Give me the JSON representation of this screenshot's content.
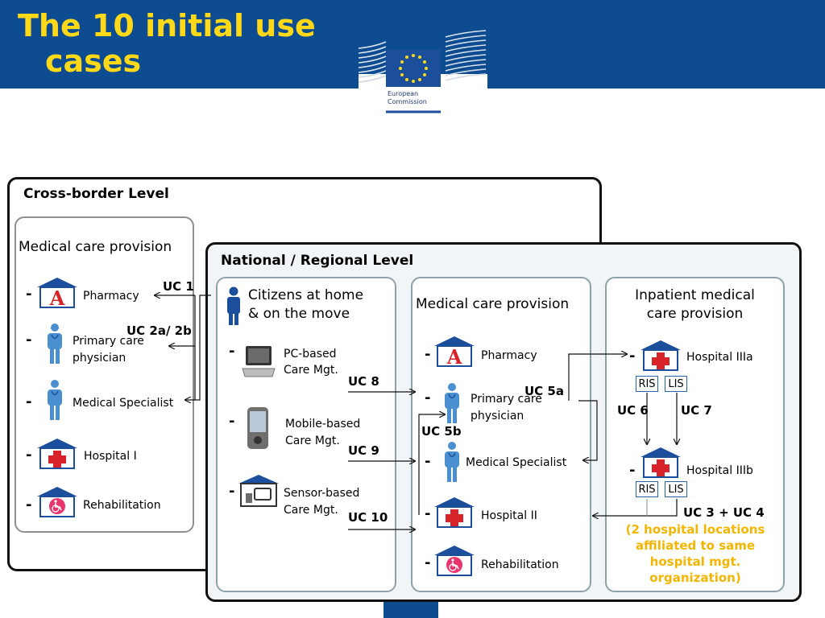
{
  "header": {
    "title_line1": "The 10 initial use",
    "title_line2": "cases",
    "logo_line1": "European",
    "logo_line2": "Commission",
    "bg_color": "#0d4c91",
    "title_color": "#ffd817"
  },
  "cross_border": {
    "title": "Cross-border Level",
    "medical_care": {
      "title": "Medical care provision",
      "items": [
        "Pharmacy",
        "Primary care physician",
        "Medical Specialist",
        "Hospital I",
        "Rehabilitation"
      ]
    }
  },
  "national": {
    "title": "National / Regional Level",
    "citizens": {
      "title_line1": "Citizens at home",
      "title_line2": "& on the move",
      "items": [
        {
          "line1": "PC-based",
          "line2": "Care Mgt."
        },
        {
          "line1": "Mobile-based",
          "line2": "Care Mgt."
        },
        {
          "line1": "Sensor-based",
          "line2": "Care Mgt."
        }
      ]
    },
    "medical_care": {
      "title": "Medical care provision",
      "items": [
        "Pharmacy",
        "Primary care physician",
        "Medical Specialist",
        "Hospital II",
        "Rehabilitation"
      ]
    },
    "inpatient": {
      "title_line1": "Inpatient medical",
      "title_line2": "care provision",
      "hospital_a": "Hospital IIIa",
      "hospital_b": "Hospital IIIb",
      "ris": "RIS",
      "lis": "LIS",
      "note_lines": [
        "(2 hospital locations",
        "affiliated to same",
        "hospital mgt.",
        "organization)"
      ]
    }
  },
  "use_cases": {
    "uc1": "UC 1",
    "uc2": "UC 2a/ 2b",
    "uc3": "UC 3 + UC 4",
    "uc5a": "UC 5a",
    "uc5b": "UC 5b",
    "uc6": "UC 6",
    "uc7": "UC 7",
    "uc8": "UC 8",
    "uc9": "UC 9",
    "uc10": "UC 10"
  },
  "dash": "-",
  "colors": {
    "house_blue": "#1b4f9c",
    "cross_red": "#d8232a",
    "person_blue": "#4a8fd0",
    "accent_yellow": "#f2b600"
  }
}
